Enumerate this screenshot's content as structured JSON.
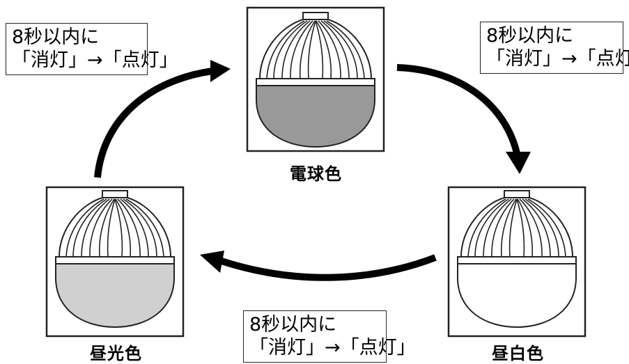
{
  "notes": [
    {
      "line1": "8秒以内に",
      "line2": "「消灯」→「点灯」"
    },
    {
      "line1": "8秒以内に",
      "line2": "「消灯」→「点灯」"
    },
    {
      "line1": "8秒以内に",
      "line2": "「消灯」→「点灯」"
    }
  ],
  "bulbs": [
    {
      "label": "電球色",
      "fill_color": "#999999"
    },
    {
      "label": "昼白色",
      "fill_color": "#ffffff"
    },
    {
      "label": "昼光色",
      "fill_color": "#d0d0d0"
    }
  ],
  "colors": {
    "line": "#222222",
    "background": "#ffffff"
  },
  "icons": [
    "led-bulb-icon",
    "cycle-arrow-icon"
  ]
}
